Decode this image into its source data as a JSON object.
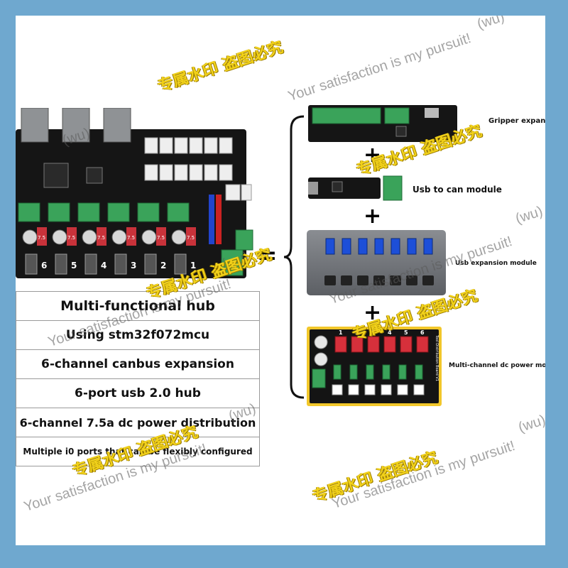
{
  "main_board": {
    "port_numbers": [
      "6",
      "5",
      "4",
      "3",
      "2",
      "1"
    ],
    "fuse_label": "7.5"
  },
  "features": [
    "Multi-functional hub",
    "Using stm32f072mcu",
    "6-channel canbus expansion",
    "6-port usb 2.0 hub",
    "6-channel 7.5a dc power distribution",
    "Multiple i0 ports that can be flexibly configured"
  ],
  "equals": "=",
  "plus": "+",
  "modules": {
    "gripper": {
      "label": "Gripper expansion module"
    },
    "can": {
      "label": "Usb to can module"
    },
    "usb": {
      "label": "Usb expansion module"
    },
    "power": {
      "label": "Multi-channel dc power module",
      "board_title": "Tool Distribution Board V1",
      "channel_numbers": [
        "1",
        "2",
        "3",
        "4",
        "5",
        "6"
      ]
    }
  },
  "watermarks": {
    "cn": "专属水印 盗图必究",
    "en": "Your satisfaction is my pursuit!",
    "tag": "(wu)"
  }
}
